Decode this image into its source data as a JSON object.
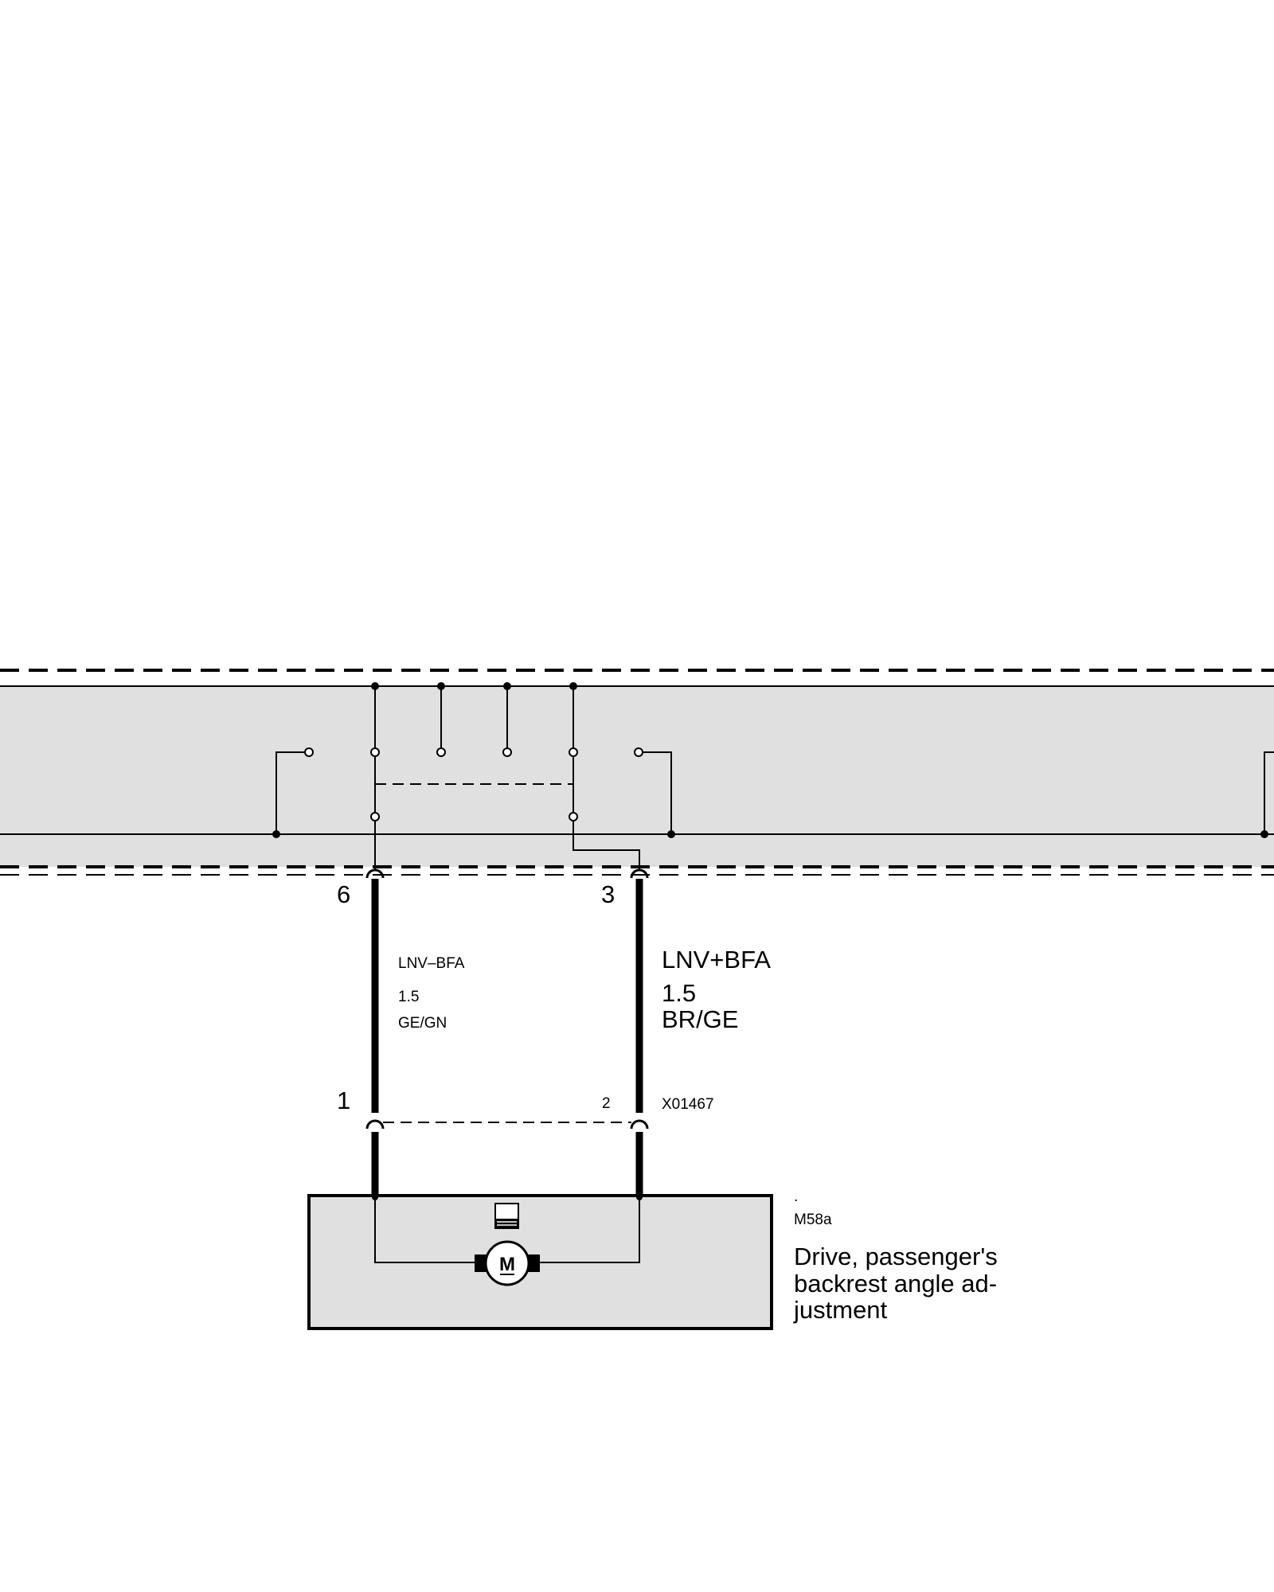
{
  "colors": {
    "module_fill": "#e0e0e0",
    "line": "#000000",
    "background": "#ffffff"
  },
  "connectors": {
    "top": {
      "pin_left": "6",
      "pin_right": "3"
    },
    "bottom": {
      "pin_left": "1",
      "pin_right": "2",
      "id": "X01467"
    }
  },
  "wires": {
    "left": {
      "signal": "LNV–BFA",
      "cross_section": "1.5",
      "color_code": "GE/GN"
    },
    "right": {
      "signal": "LNV+BFA",
      "cross_section": "1.5",
      "color_code": "BR/GE"
    }
  },
  "component": {
    "dot": ".",
    "code": "M58a",
    "motor_symbol": "M",
    "description_lines": [
      "Drive, passenger's",
      "backrest angle ad-",
      "justment"
    ]
  },
  "icons": {
    "motor": "motor-icon",
    "component_symbol": "seat-symbol-icon",
    "contacts": "switch-contact-icon"
  }
}
